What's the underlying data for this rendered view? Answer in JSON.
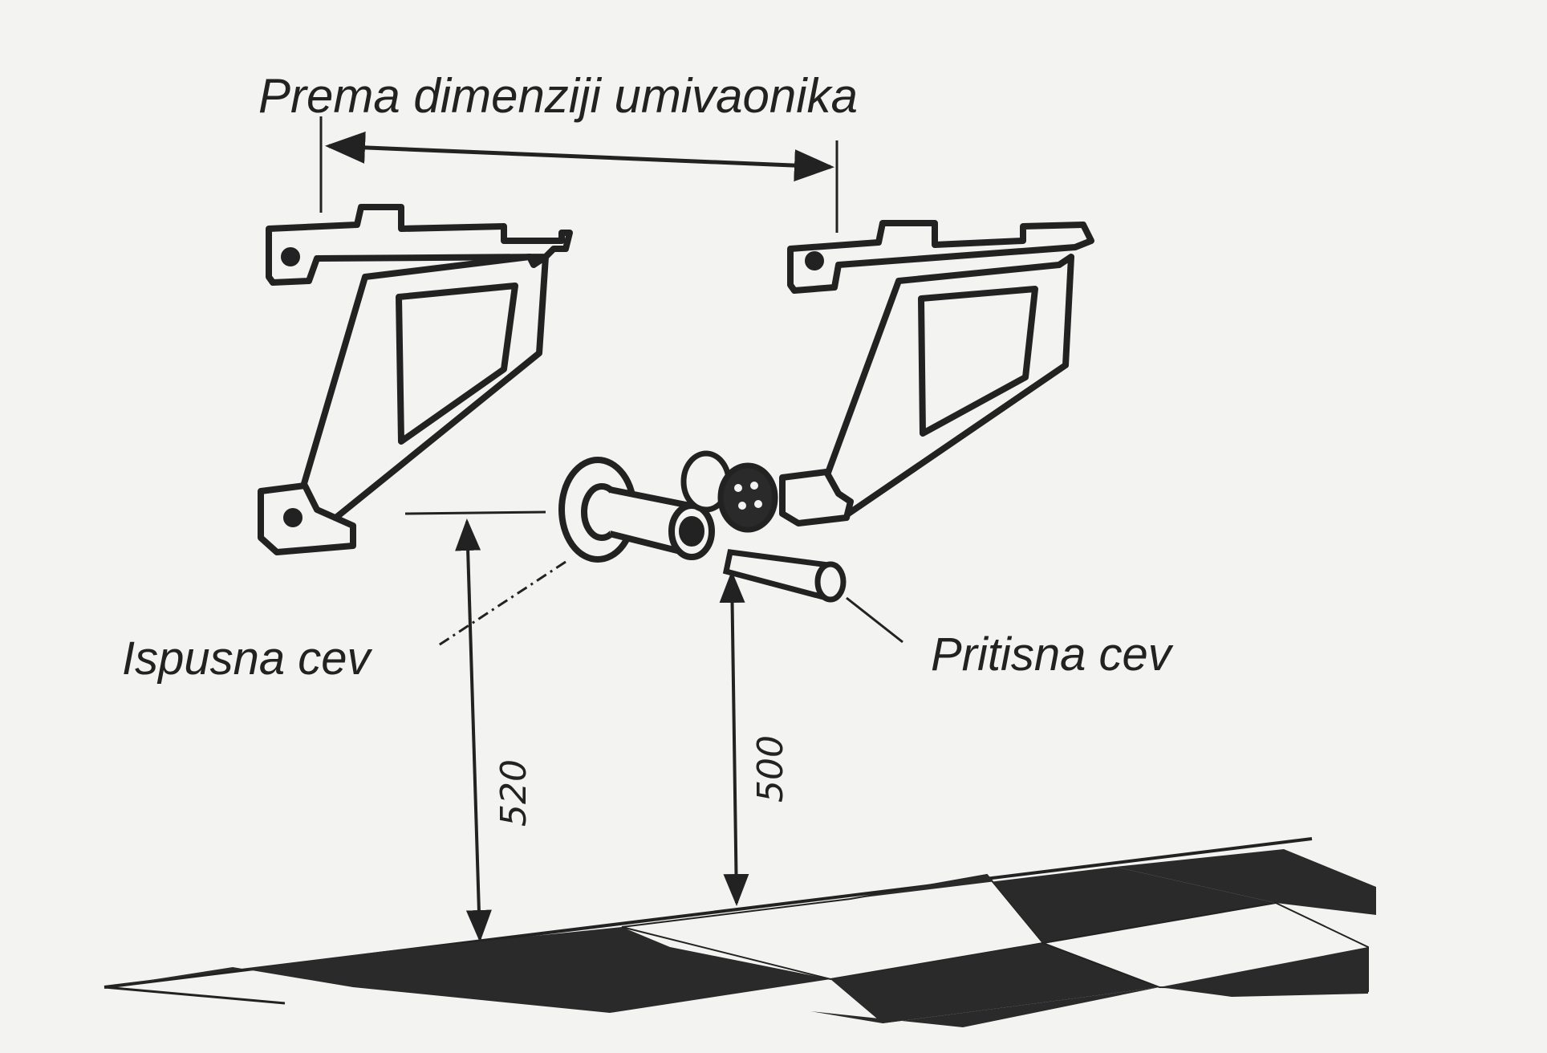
{
  "labels": {
    "width_dimension": "Prema dimenziji umivaonika",
    "drain_pipe": "Ispusna cev",
    "pressure_pipe": "Pritisna cev"
  },
  "dimensions": {
    "drain_height": "520",
    "pressure_height": "500"
  },
  "colors": {
    "ink": "#222222",
    "paper": "#f3f3f1",
    "floor_dark": "#2a2a2a"
  }
}
